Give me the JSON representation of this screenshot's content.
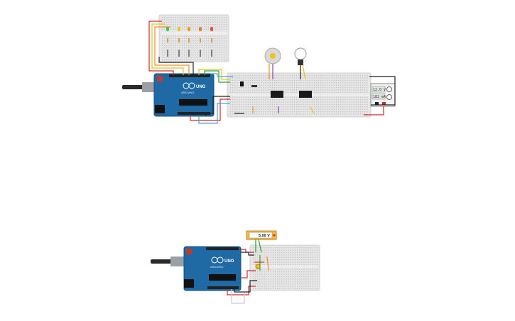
{
  "circuit_top": {
    "arduino": {
      "label": "UNO",
      "brand": "ARDUINO"
    },
    "power_supply": {
      "voltage": "12.0 V",
      "current": "182 mA"
    },
    "leds": [
      {
        "color": "#2ecc40"
      },
      {
        "color": "#f1c40f"
      },
      {
        "color": "#f39c12"
      },
      {
        "color": "#e67e22"
      },
      {
        "color": "#e74c3c"
      }
    ]
  },
  "circuit_bottom": {
    "arduino": {
      "label": "UNO",
      "brand": "ARDUINO"
    },
    "voltmeter": {
      "reading": "5.00 V"
    }
  },
  "colors": {
    "wire_red": "#d62728",
    "wire_black": "#222222",
    "wire_yellow": "#e8c21b",
    "wire_orange": "#f28c28",
    "wire_green": "#2ca02c",
    "wire_blue": "#4aa3df",
    "wire_purple": "#8e44ad",
    "arduino_blue": "#1f6aa5"
  }
}
